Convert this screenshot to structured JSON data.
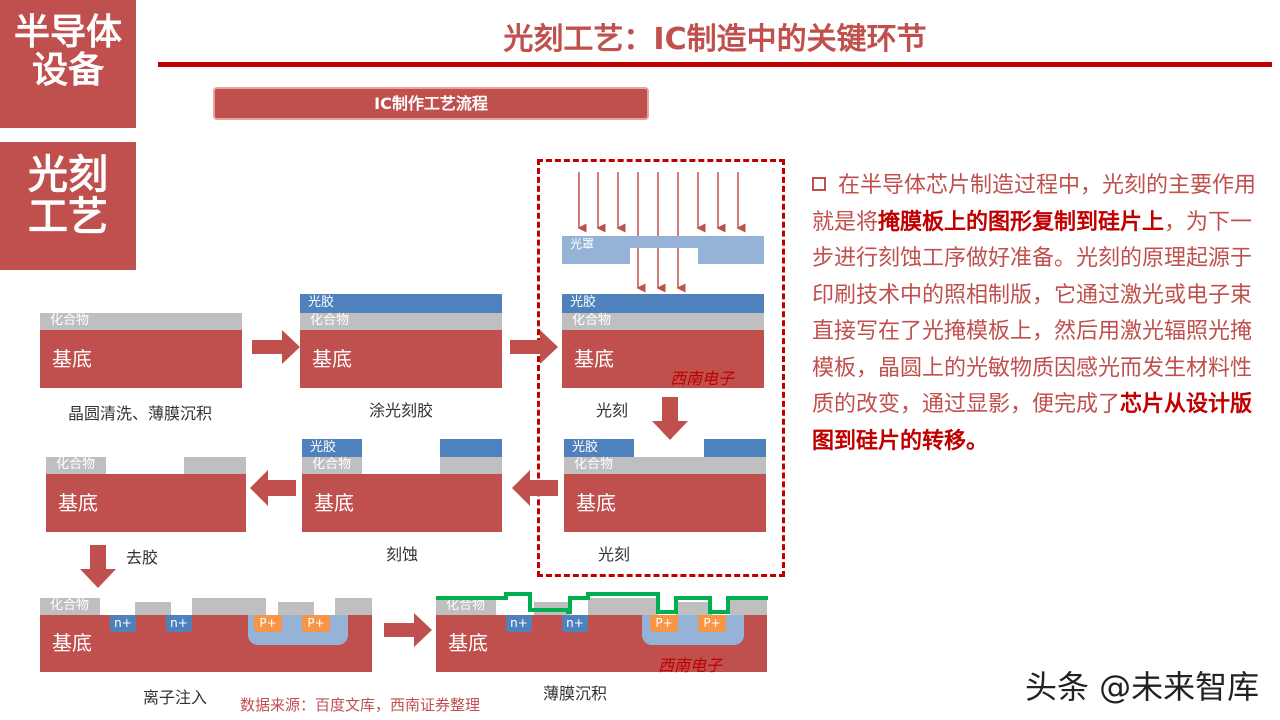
{
  "tags": {
    "top": "半导体设备",
    "bottom": "光刻工艺"
  },
  "title": "光刻工艺：IC制造中的关键环节",
  "flow_title": "IC制作工艺流程",
  "labels": {
    "substrate": "基底",
    "compound": "化合物",
    "photoresist": "光胶",
    "mask": "光罩",
    "nplus": "n+",
    "pplus": "P+",
    "watermark": "西南电子"
  },
  "steps": {
    "s1": "晶圆清洗、薄膜沉积",
    "s2": "涂光刻胶",
    "s3": "光刻",
    "s4": "光刻",
    "s5": "刻蚀",
    "s6": "去胶",
    "s7": "离子注入",
    "s8": "薄膜沉积"
  },
  "side": {
    "p1": "在半导体芯片制造过程中，光刻的主要作用就是将",
    "p1_bold": "掩膜板上的图形复制到硅片上",
    "p2": "，为下一步进行刻蚀工序做好准备。光刻的原理起源于印刷技术中的照相制版，它通过激光或电子束直接写在了光掩模板上，然后用激光辐照光掩模板，晶圆上的光敏物质因感光而发生材料性质的改变，通过显影，便完成了",
    "p2_bold": "芯片从设计版图到硅片的转移。"
  },
  "source": "数据来源：百度文库，西南证券整理",
  "brand": "头条 @未来智库",
  "colors": {
    "accent": "#c0504d",
    "rule": "#c00000",
    "resist": "#4f81bd",
    "compound": "#bfbfbf",
    "mask": "#95b3d7",
    "pplus": "#f79646",
    "deposit": "#00b050"
  }
}
